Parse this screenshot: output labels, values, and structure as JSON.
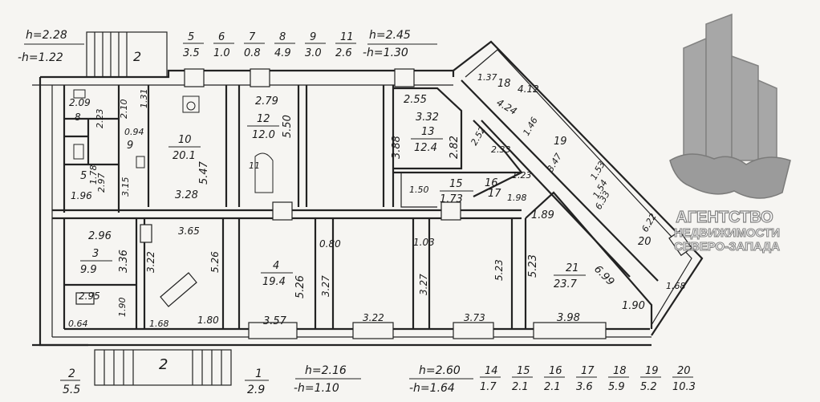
{
  "plan_header": {
    "top_left_h": "h=2.28",
    "top_left_minus_h": "-h=1.22",
    "top_right_h": "h=2.45",
    "top_right_minus_h": "-h=1.30",
    "entrance_top": "2",
    "top_rooms": [
      {
        "num": "5",
        "area": "3.5"
      },
      {
        "num": "6",
        "area": "1.0"
      },
      {
        "num": "7",
        "area": "0.8"
      },
      {
        "num": "8",
        "area": "4.9"
      },
      {
        "num": "9",
        "area": "3.0"
      },
      {
        "num": "11",
        "area": "2.6"
      }
    ]
  },
  "plan_footer": {
    "entrance_bottom": "2",
    "left_room": {
      "num": "2",
      "area": "5.5"
    },
    "room1": {
      "num": "1",
      "area": "2.9"
    },
    "mid_h": "h=2.16",
    "mid_minus_h": "-h=1.10",
    "right_h": "h=2.60",
    "right_minus_h": "-h=1.64",
    "bottom_rooms": [
      {
        "num": "14",
        "area": "1.7"
      },
      {
        "num": "15",
        "area": "2.1"
      },
      {
        "num": "16",
        "area": "2.1"
      },
      {
        "num": "17",
        "area": "3.6"
      },
      {
        "num": "18",
        "area": "5.9"
      },
      {
        "num": "19",
        "area": "5.2"
      },
      {
        "num": "20",
        "area": "10.3"
      }
    ]
  },
  "rooms": {
    "r10": {
      "num": "10",
      "area": "20.1",
      "w": "3.28",
      "d": "5.47"
    },
    "r12": {
      "num": "12",
      "area": "12.0",
      "w": "2.79",
      "d": "5.50"
    },
    "r13": {
      "num": "13",
      "area": "12.4",
      "w": "3.32",
      "d": "3.88",
      "top": "2.55",
      "side": "2.82"
    },
    "r3": {
      "num": "3",
      "area": "9.9",
      "w": "2.96",
      "d": "3.36"
    },
    "r4": {
      "num": "4",
      "area": "19.4",
      "w": "3.57",
      "d": "5.26"
    },
    "r21": {
      "num": "21",
      "area": "23.7",
      "w": "3.98",
      "d": "6.99",
      "top": "1.89",
      "side": "5.23",
      "side2": "1.90"
    },
    "r15": {
      "num": "15",
      "area": "1.73",
      "side": "1.50"
    },
    "r17": {
      "num": "17",
      "side": "1.98"
    },
    "r18": {
      "num": "18",
      "top": "1.37",
      "d1": "4.12",
      "d2": "4.24"
    },
    "r19": {
      "num": "19",
      "d1": "1.46",
      "d2": "3.47"
    },
    "r20": {
      "num": "20",
      "d1": "6.33",
      "d2": "6.22",
      "d3": "1.68"
    },
    "r16": {
      "num": "16",
      "d1": "2.52",
      "d2": "2.33",
      "d3": "1.23"
    },
    "r8": {
      "num": "8",
      "area": "2.09",
      "side": "2.23"
    },
    "r9": {
      "num": "9",
      "d1": "2.10",
      "d2": "1.31"
    },
    "r5": {
      "num": "5",
      "d1": "1.96",
      "d2": "2.97"
    },
    "misc": {
      "a": "3.65",
      "b": "5.26",
      "c": "3.22",
      "d": "3.27",
      "e": "0.80",
      "f": "1.03",
      "g": "3.27",
      "h": "3.22",
      "i": "5.23",
      "j": "3.73",
      "k": "2.95",
      "l": "0.64",
      "m": "1.90",
      "n": "1.68",
      "o": "1.80",
      "p": "1.53",
      "q": "1.54",
      "r": "1.78",
      "s": "3.15",
      "t": "0.94",
      "u": "11"
    }
  },
  "logo": {
    "line1": "АГЕНТСТВО",
    "line2": "НЕДВИЖИМОСТИ",
    "line3": "СЕВЕРО-ЗАПАДА",
    "color_primary": "#9a9a9a",
    "color_dark": "#6e6e6e"
  }
}
